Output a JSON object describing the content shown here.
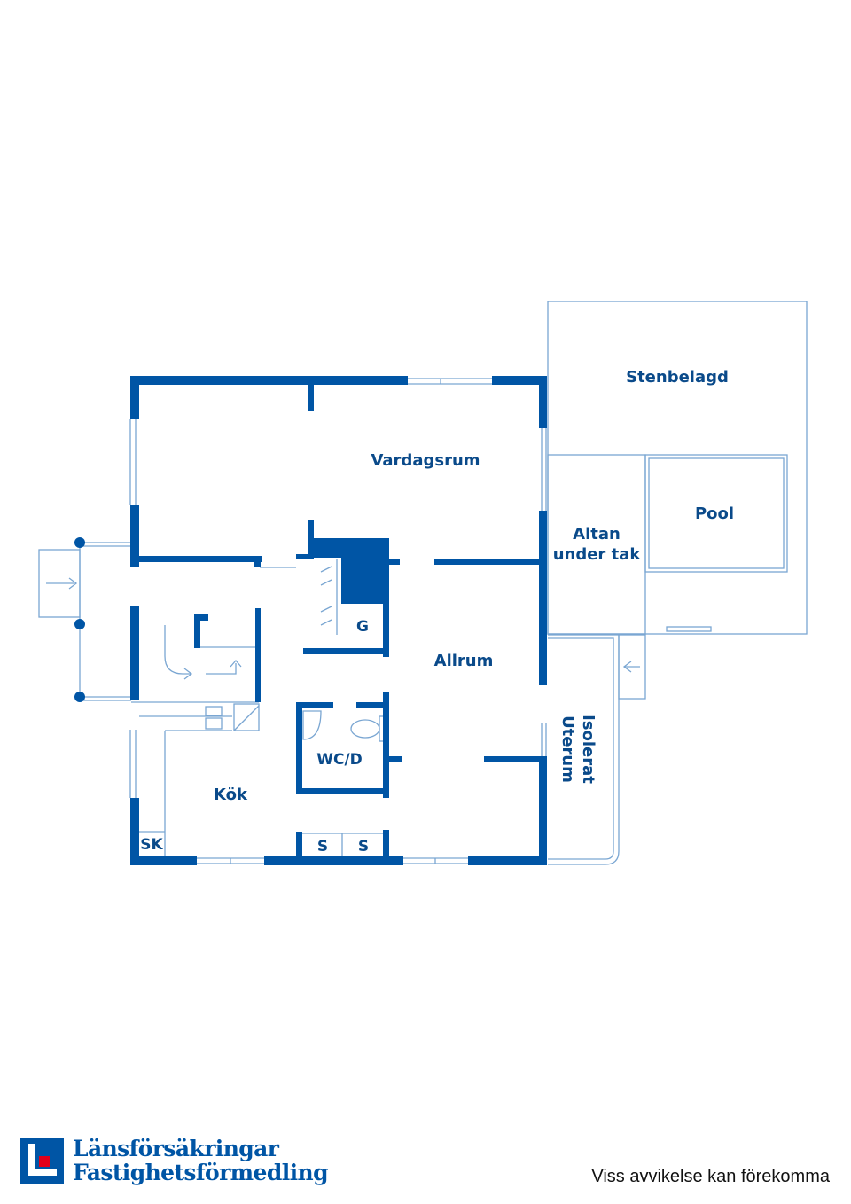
{
  "colors": {
    "wall": "#0055a5",
    "label": "#0a4a8a",
    "line": "#7aa6d2"
  },
  "rooms": {
    "stenbelagd": "Stenbelagd",
    "vardagsrum": "Vardagsrum",
    "pool": "Pool",
    "altan_line1": "Altan",
    "altan_line2": "under tak",
    "garderob": "G",
    "allrum": "Allrum",
    "isolerat_line1": "Isolerat",
    "isolerat_line2": "Uterum",
    "wcd": "WC/D",
    "kok": "Kök",
    "sk": "SK",
    "s1": "S",
    "s2": "S"
  },
  "footer": {
    "brand_line1": "Länsförsäkringar",
    "brand_line2": "Fastighetsförmedling",
    "disclaimer": "Viss avvikelse kan förekomma"
  }
}
